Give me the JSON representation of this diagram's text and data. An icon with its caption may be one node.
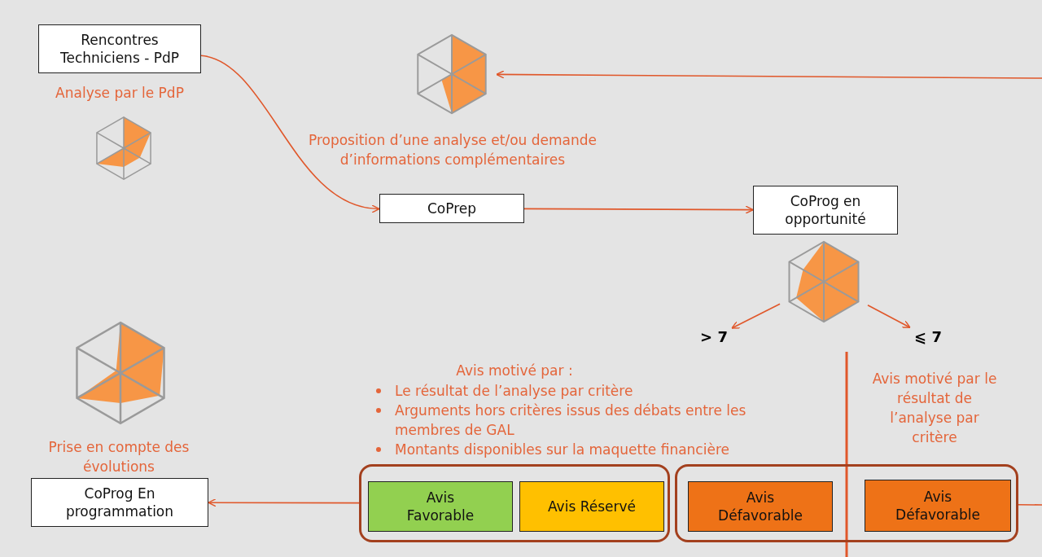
{
  "diagram": {
    "nodes": [
      {
        "text": [
          "Rencontres Techniciens - PdP"
        ],
        "beside": [
          "Analyse par le PdP"
        ]
      },
      {
        "text": [],
        "shape": "picture"
      },
      {
        "text": [
          "CoPrep"
        ],
        "beside": [
          "Proposition d’une analyse et/ou demande d’informations complémentaires"
        ]
      },
      {
        "text": [
          "CoProg en opportunité"
        ]
      },
      {
        "text": [],
        "shape": "picture"
      },
      {
        "text": [
          "> 7"
        ]
      },
      {
        "text": [
          "⩽ 7"
        ]
      },
      {
        "text": [
          "CoProg En programmation"
        ],
        "beside": [
          "Prise en compte des évolutions"
        ]
      },
      {
        "text": [],
        "shape": "box"
      },
      {
        "text": [
          "Avis Favorable"
        ],
        "in": 8
      },
      {
        "text": [
          "Avis Réservé"
        ],
        "in": 8
      },
      {
        "text": [],
        "shape": "box"
      },
      {
        "text": [
          "Avis Défavorable"
        ],
        "in": 11
      },
      {
        "text": [
          "Avis Défavorable"
        ],
        "in": 11
      }
    ],
    "edges": [
      {
        "from": 0,
        "to": 2,
        "arrow": "to"
      },
      {
        "from": 2,
        "to": 3,
        "arrow": "to"
      },
      {
        "from": 4,
        "to": 5,
        "arrow": "to"
      },
      {
        "from": 4,
        "to": 6,
        "arrow": "to"
      },
      {
        "from": 8,
        "to": 7,
        "arrow": "to"
      },
      {
        "from": null,
        "to": 1,
        "arrow": "to"
      },
      {
        "from": 11,
        "to": null,
        "arrow": "none"
      }
    ],
    "labels": [
      "Avis motivé par :",
      "Le résultat de l’analyse par critère",
      "Arguments hors critères issus des débats entre les membres de GAL",
      "Montants disponibles sur la maquette financière",
      "Avis motivé par le résultat de l’analyse par critère"
    ]
  }
}
